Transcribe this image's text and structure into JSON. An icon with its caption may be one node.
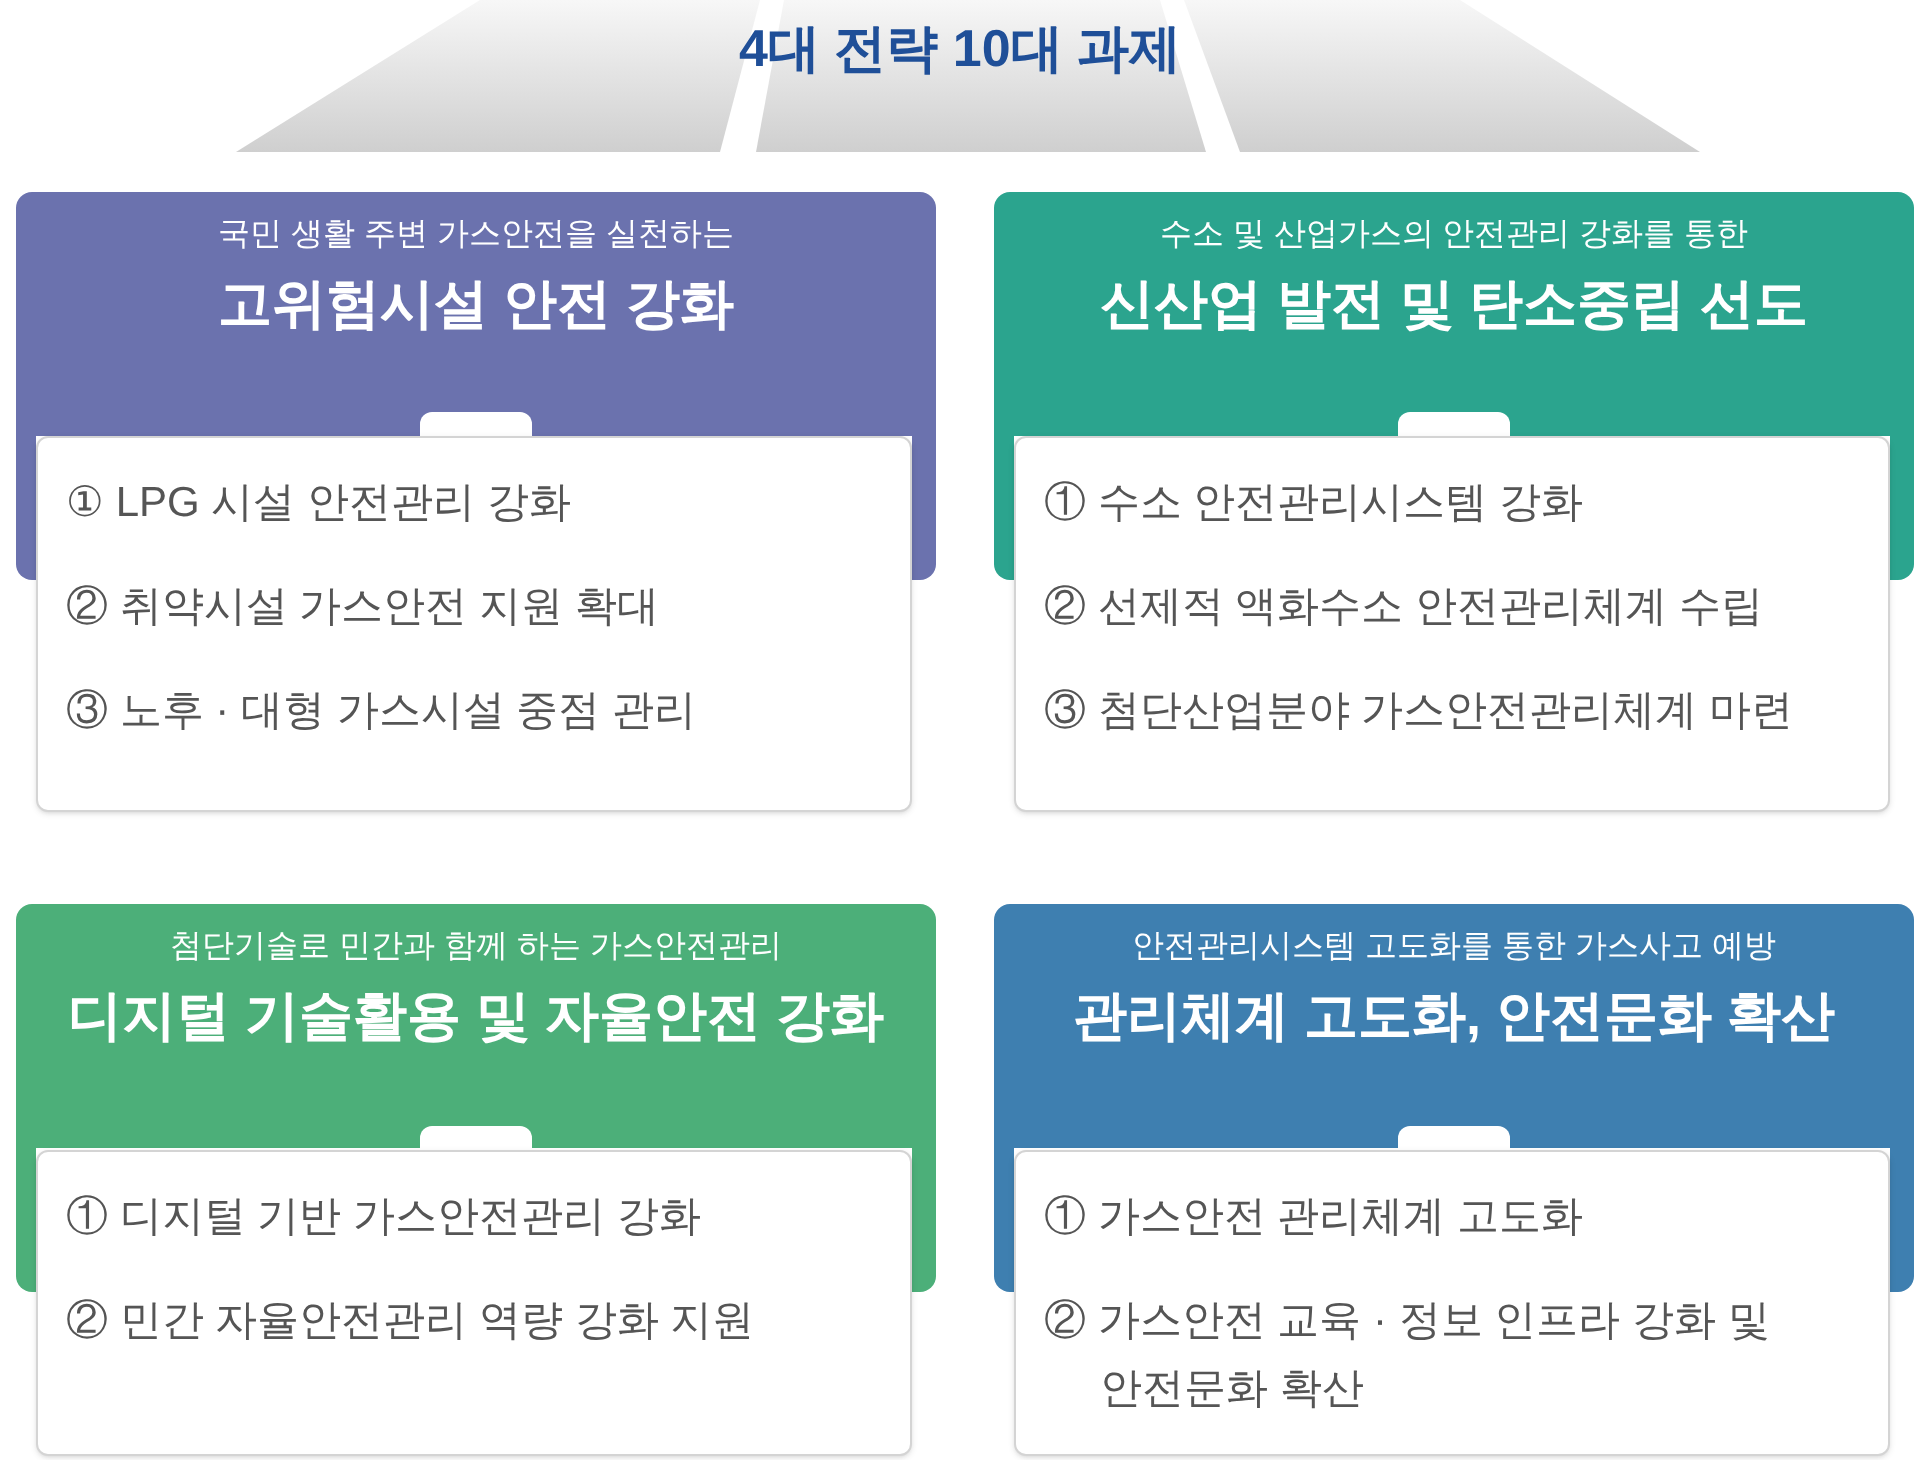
{
  "diagram": {
    "title": "4대 전략 10대 과제",
    "nodes": [
      {
        "text": [
          "국민 생활 주변 가스안전을 실천하는",
          "고위험시설 안전 강화"
        ]
      },
      {
        "text": [
          "① LPG 시설 안전관리 강화",
          "② 취약시설 가스안전 지원 확대",
          "③ 노후 · 대형 가스시설 중점 관리"
        ]
      },
      {
        "text": [
          "수소 및 산업가스의 안전관리 강화를 통한",
          "신산업 발전 및 탄소중립 선도"
        ]
      },
      {
        "text": [
          "① 수소 안전관리시스템 강화",
          "② 선제적 액화수소 안전관리체계 수립",
          "③ 첨단산업분야 가스안전관리체계 마련"
        ]
      },
      {
        "text": [
          "첨단기술로 민간과 함께 하는 가스안전관리",
          "디지털 기술활용 및 자율안전 강화"
        ]
      },
      {
        "text": [
          "① 디지털 기반 가스안전관리 강화",
          "② 민간 자율안전관리 역량 강화 지원"
        ]
      },
      {
        "text": [
          "안전관리시스템 고도화를 통한 가스사고 예방",
          "관리체계 고도화, 안전문화 확산"
        ]
      },
      {
        "text": [
          "① 가스안전 관리체계 고도화",
          "② 가스안전 교육 · 정보 인프라 강화 및 안전문화 확산"
        ]
      }
    ]
  }
}
